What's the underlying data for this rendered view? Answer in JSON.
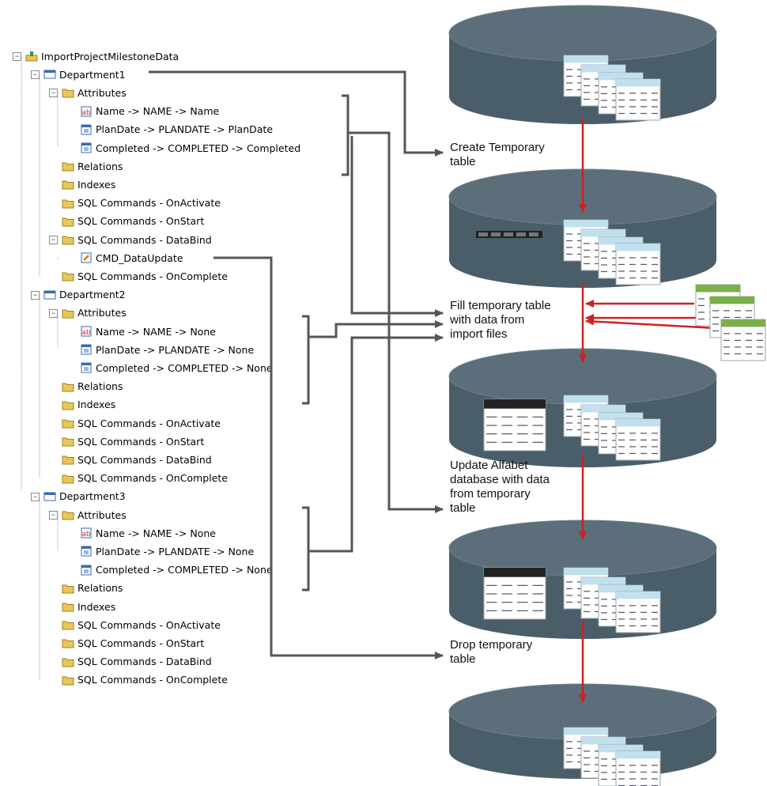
{
  "tree": {
    "root": {
      "label": "ImportProjectMilestoneData",
      "icon": "import-icon"
    },
    "departments": [
      {
        "label": "Department1",
        "attributes_label": "Attributes",
        "attributes": [
          {
            "label": "Name -> NAME -> Name",
            "icon": "string-attribute-icon"
          },
          {
            "label": "PlanDate -> PLANDATE -> PlanDate",
            "icon": "date-attribute-icon"
          },
          {
            "label": "Completed -> COMPLETED -> Completed",
            "icon": "date-attribute-icon"
          }
        ],
        "relations_label": "Relations",
        "indexes_label": "Indexes",
        "sql_on_activate": "SQL Commands - OnActivate",
        "sql_on_start": "SQL Commands - OnStart",
        "sql_data_bind": "SQL Commands - DataBind",
        "data_bind_child": "CMD_DataUpdate",
        "sql_on_complete": "SQL Commands - OnComplete"
      },
      {
        "label": "Department2",
        "attributes_label": "Attributes",
        "attributes": [
          {
            "label": "Name -> NAME -> None",
            "icon": "string-attribute-icon"
          },
          {
            "label": "PlanDate -> PLANDATE -> None",
            "icon": "date-attribute-icon"
          },
          {
            "label": "Completed -> COMPLETED -> None",
            "icon": "date-attribute-icon"
          }
        ],
        "relations_label": "Relations",
        "indexes_label": "Indexes",
        "sql_on_activate": "SQL Commands - OnActivate",
        "sql_on_start": "SQL Commands - OnStart",
        "sql_data_bind": "SQL Commands - DataBind",
        "sql_on_complete": "SQL Commands - OnComplete"
      },
      {
        "label": "Department3",
        "attributes_label": "Attributes",
        "attributes": [
          {
            "label": "Name -> NAME -> None",
            "icon": "string-attribute-icon"
          },
          {
            "label": "PlanDate -> PLANDATE -> None",
            "icon": "date-attribute-icon"
          },
          {
            "label": "Completed -> COMPLETED -> None",
            "icon": "date-attribute-icon"
          }
        ],
        "relations_label": "Relations",
        "indexes_label": "Indexes",
        "sql_on_activate": "SQL Commands - OnActivate",
        "sql_on_start": "SQL Commands - OnStart",
        "sql_data_bind": "SQL Commands - DataBind",
        "sql_on_complete": "SQL Commands - OnComplete"
      }
    ]
  },
  "steps": {
    "create_temp": "Create Temporary\ntable",
    "fill_temp": "Fill temporary table\nwith data from\nimport files",
    "update_db": "Update Alfabet\ndatabase with data\nfrom temporary\ntable",
    "drop_temp": "Drop temporary\ntable"
  },
  "colors": {
    "database": "#4a5e6a",
    "database_top": "#5b6e7a",
    "flow_arrow": "#cc2222",
    "connector": "#555555",
    "folder": "#e8c75a",
    "table_header": "#bfe0ec",
    "import_file_header": "#7ab049",
    "temp_table_header": "#222222"
  }
}
